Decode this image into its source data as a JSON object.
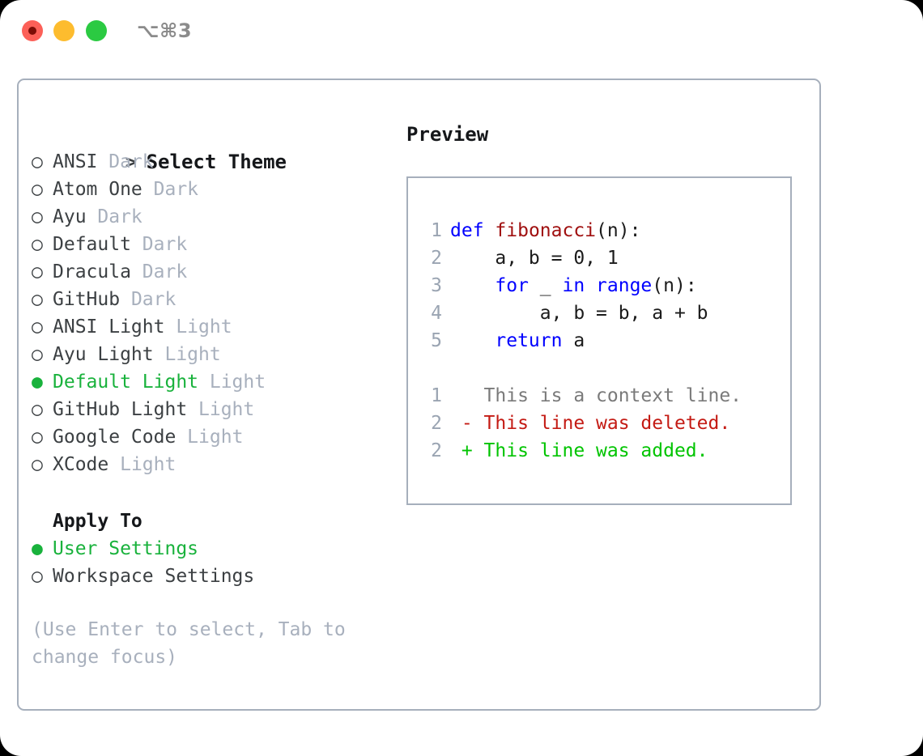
{
  "window": {
    "traffic_lights": [
      {
        "name": "close",
        "color": "#fc6058"
      },
      {
        "name": "minimize",
        "color": "#fdbc2e"
      },
      {
        "name": "maximize",
        "color": "#2bca42"
      }
    ],
    "shortcut": "⌥⌘3"
  },
  "colors": {
    "accent_green": "#19b23c",
    "muted": "#a8b0bd",
    "border": "#a6afbc",
    "keyword_blue": "#0000ff",
    "function_red": "#a01010",
    "diff_add": "#00c400",
    "diff_del": "#c41b14",
    "text": "#3c4043"
  },
  "theme_list": {
    "header_marker": ">",
    "header_label": "Select Theme",
    "items": [
      {
        "marker": "○",
        "label": "ANSI",
        "variant": "Dark",
        "selected": false
      },
      {
        "marker": "○",
        "label": "Atom One",
        "variant": "Dark",
        "selected": false
      },
      {
        "marker": "○",
        "label": "Ayu",
        "variant": "Dark",
        "selected": false
      },
      {
        "marker": "○",
        "label": "Default",
        "variant": "Dark",
        "selected": false
      },
      {
        "marker": "○",
        "label": "Dracula",
        "variant": "Dark",
        "selected": false
      },
      {
        "marker": "○",
        "label": "GitHub",
        "variant": "Dark",
        "selected": false
      },
      {
        "marker": "○",
        "label": "ANSI Light",
        "variant": "Light",
        "selected": false
      },
      {
        "marker": "○",
        "label": "Ayu Light",
        "variant": "Light",
        "selected": false
      },
      {
        "marker": "●",
        "label": "Default Light",
        "variant": "Light",
        "selected": true
      },
      {
        "marker": "○",
        "label": "GitHub Light",
        "variant": "Light",
        "selected": false
      },
      {
        "marker": "○",
        "label": "Google Code",
        "variant": "Light",
        "selected": false
      },
      {
        "marker": "○",
        "label": "XCode",
        "variant": "Light",
        "selected": false
      }
    ]
  },
  "apply_to": {
    "title": "Apply To",
    "options": [
      {
        "marker": "●",
        "label": "User Settings",
        "selected": true
      },
      {
        "marker": "○",
        "label": "Workspace Settings",
        "selected": false
      }
    ]
  },
  "hint": "(Use Enter to select, Tab to change focus)",
  "preview": {
    "title": "Preview",
    "code_lines": [
      {
        "no": "1",
        "tokens": [
          {
            "t": "def",
            "c": "kw"
          },
          {
            "t": " ",
            "c": "plain"
          },
          {
            "t": "fibonacci",
            "c": "fn"
          },
          {
            "t": "(n):",
            "c": "plain"
          }
        ]
      },
      {
        "no": "2",
        "tokens": [
          {
            "t": "    a, b = 0, 1",
            "c": "plain"
          }
        ]
      },
      {
        "no": "3",
        "tokens": [
          {
            "t": "    ",
            "c": "plain"
          },
          {
            "t": "for",
            "c": "kw"
          },
          {
            "t": " _ ",
            "c": "plain"
          },
          {
            "t": "in",
            "c": "kw"
          },
          {
            "t": " ",
            "c": "plain"
          },
          {
            "t": "range",
            "c": "kw"
          },
          {
            "t": "(n):",
            "c": "plain"
          }
        ]
      },
      {
        "no": "4",
        "tokens": [
          {
            "t": "        a, b = b, a + b",
            "c": "plain"
          }
        ]
      },
      {
        "no": "5",
        "tokens": [
          {
            "t": "    ",
            "c": "plain"
          },
          {
            "t": "return",
            "c": "kw"
          },
          {
            "t": " a",
            "c": "plain"
          }
        ]
      }
    ],
    "diff_lines": [
      {
        "no": "1",
        "sign": " ",
        "text": "This is a context line.",
        "kind": "ctx"
      },
      {
        "no": "2",
        "sign": "-",
        "text": "This line was deleted.",
        "kind": "del"
      },
      {
        "no": "2",
        "sign": "+",
        "text": "This line was added.",
        "kind": "add"
      }
    ]
  }
}
